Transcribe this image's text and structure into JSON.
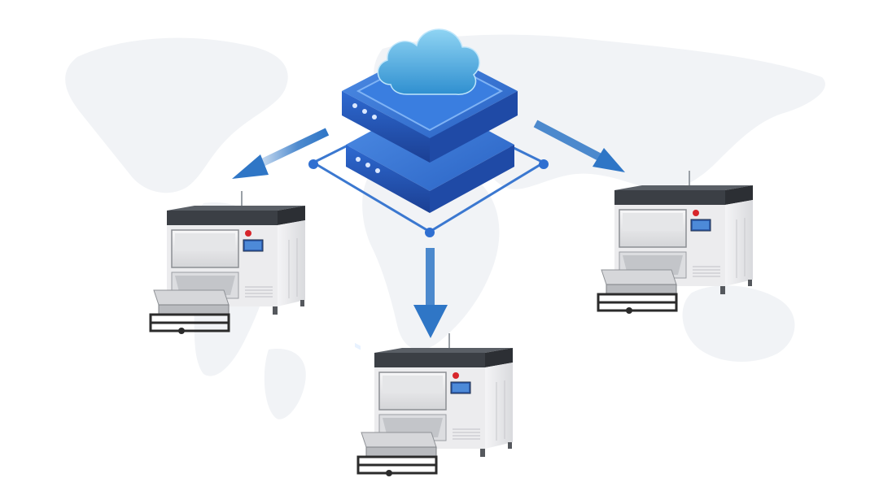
{
  "colors": {
    "background": "#ffffff",
    "world_map": "#f1f3f6",
    "arrow_blue": "#2f76c6",
    "server_blue": "#2a63c4",
    "server_dark": "#1b3f93",
    "cloud_blue": "#5ab6e6",
    "machine_body": "#ececee",
    "machine_top": "#3b3f45",
    "machine_frame": "#2b2b2b",
    "stop_button": "#d7262b",
    "screen_blue": "#2f5fb0"
  },
  "icons": {
    "cloud_server": "cloud-server-icon",
    "machine": "industrial-3d-printer-icon",
    "arrow": "arrow-down-icon"
  },
  "diagram": {
    "hub": {
      "name": "cloud-server"
    },
    "nodes": [
      {
        "name": "machine-left"
      },
      {
        "name": "machine-bottom"
      },
      {
        "name": "machine-right"
      }
    ],
    "edges": [
      {
        "from": "cloud-server",
        "to": "machine-left"
      },
      {
        "from": "cloud-server",
        "to": "machine-bottom"
      },
      {
        "from": "cloud-server",
        "to": "machine-right"
      }
    ]
  }
}
